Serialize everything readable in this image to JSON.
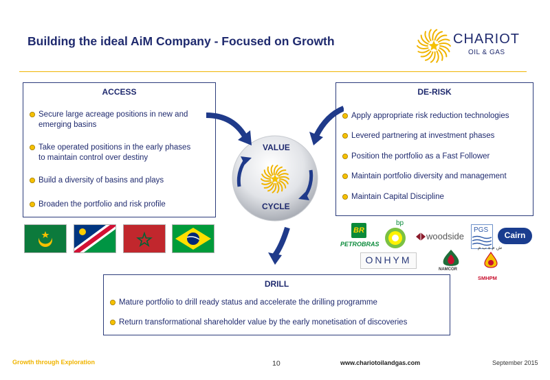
{
  "header": {
    "title": "Building the ideal AiM Company - Focused on Growth"
  },
  "logo": {
    "name": "CHARIOT",
    "sub": "OIL & GAS"
  },
  "access": {
    "title": "ACCESS",
    "items": [
      "Secure large acreage positions in new and",
      "emerging basins",
      "Take operated positions in the early phases",
      "to maintain control over destiny",
      "Build a diversity of basins and plays",
      "Broaden the portfolio and risk profile"
    ]
  },
  "derisk": {
    "title": "DE-RISK",
    "items": [
      "Apply appropriate risk reduction technologies",
      "Levered partnering at investment phases",
      "Position the portfolio as a Fast Follower",
      "Maintain portfolio diversity and management",
      "Maintain Capital Discipline"
    ]
  },
  "cycle": {
    "top": "VALUE",
    "bottom": "CYCLE"
  },
  "drill": {
    "title": "DRILL",
    "items": [
      "Mature portfolio to drill ready status and accelerate the drilling programme",
      "Return transformational shareholder value by the early monetisation of discoveries"
    ]
  },
  "partners": {
    "petrobras": "PETROBRAS",
    "br": "BR",
    "bp": "bp",
    "woodside": "woodside",
    "pgs": "PGS",
    "cairn": "Cairn",
    "onhym": "ONHYM",
    "namcor": "NAMCOR",
    "smhpm": "SMHPM",
    "smhpm_ar": "ش م ه ب م"
  },
  "colors": {
    "navy": "#1f2a6e",
    "gold": "#f0b400"
  },
  "footer": {
    "tagline": "Growth through Exploration",
    "page": "10",
    "website": "www.chariotoilandgas.com",
    "date": "September 2015"
  }
}
